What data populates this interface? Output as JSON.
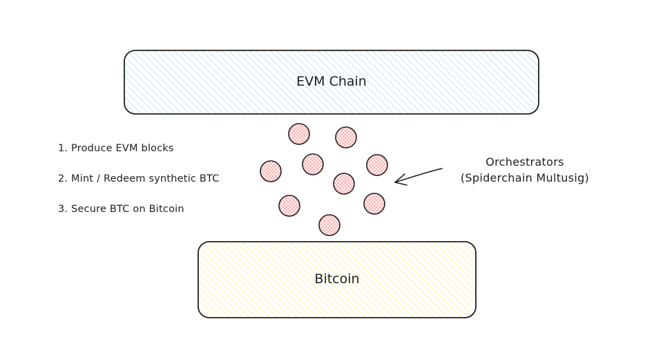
{
  "evm_box": {
    "label": "EVM Chain",
    "fill_color": "#a5d8ff"
  },
  "bitcoin_box": {
    "label": "Bitcoin",
    "fill_color": "#ffec99"
  },
  "node_color": "#ffa8a8",
  "steps": [
    "1. Produce EVM blocks",
    "2. Mint / Redeem synthetic BTC",
    "3. Secure BTC on Bitcoin"
  ],
  "orchestrators": {
    "line1": "Orchestrators",
    "line2": "(Spiderchain Multusig)"
  }
}
